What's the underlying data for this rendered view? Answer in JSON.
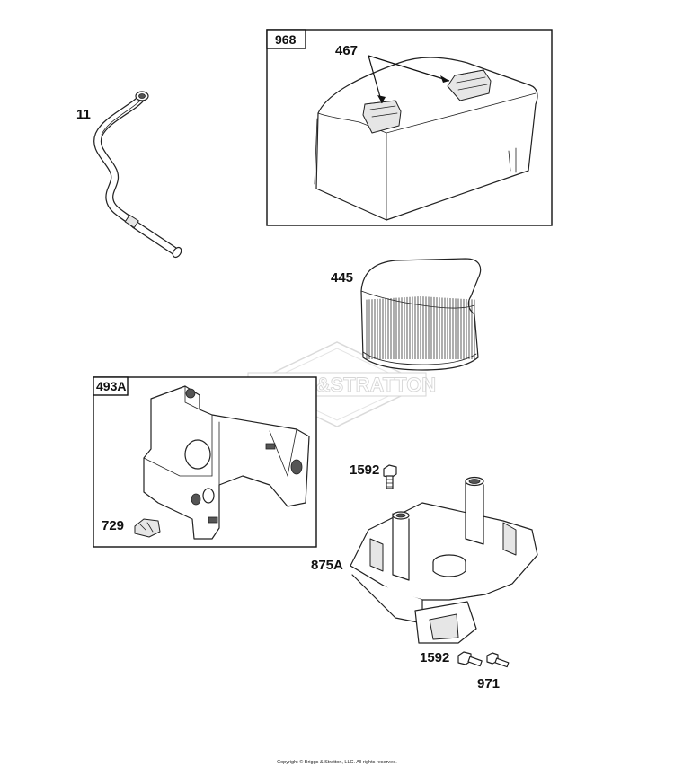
{
  "watermark": "BRIGGS&STRATTON",
  "copyright": "Copyright © Briggs & Stratton, LLC. All rights reserved.",
  "parts": {
    "p11": {
      "label": "11"
    },
    "p467": {
      "label": "467"
    },
    "p968": {
      "label": "968"
    },
    "p445": {
      "label": "445"
    },
    "p493a": {
      "label": "493A"
    },
    "p729": {
      "label": "729"
    },
    "p1592_top": {
      "label": "1592"
    },
    "p875a": {
      "label": "875A"
    },
    "p1592_bottom": {
      "label": "1592"
    },
    "p971": {
      "label": "971"
    }
  }
}
